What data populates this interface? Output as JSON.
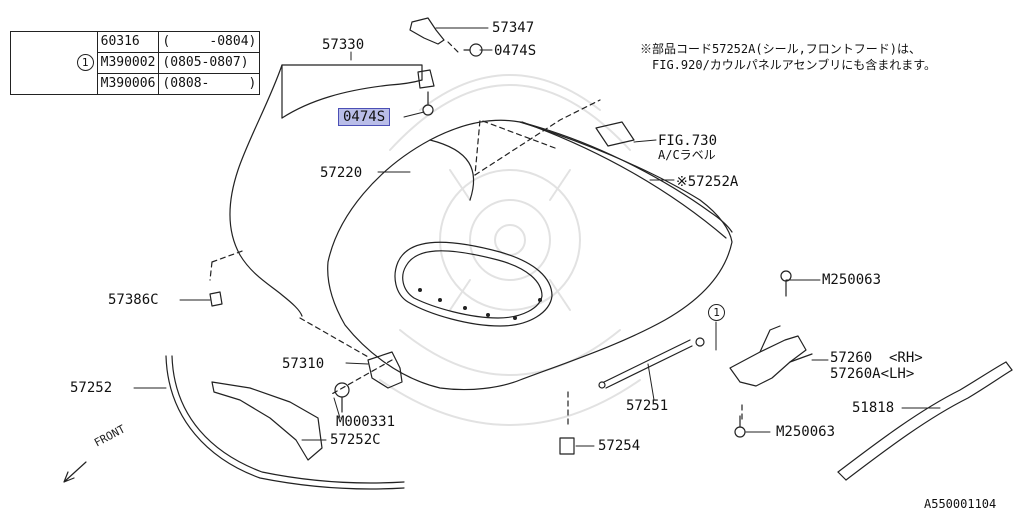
{
  "ref_table": {
    "ref_mark": "1",
    "rows": [
      {
        "code": "60316",
        "period": "(     -0804)"
      },
      {
        "code": "M390002",
        "period": "(0805-0807)"
      },
      {
        "code": "M390006",
        "period": "(0808-     )"
      }
    ]
  },
  "note": {
    "line1": "※部品コード57252A(シール,フロントフード)は、",
    "line2": "FIG.920/カウルパネルアセンブリにも含まれます。"
  },
  "fig_ref": {
    "line1": "FIG.730",
    "line2": "A/Cラベル"
  },
  "callouts": {
    "p57347": "57347",
    "p0474s_top": "0474S",
    "p57330": "57330",
    "p0474s_highlight": "0474S",
    "p57220": "57220",
    "p57252a": "※57252A",
    "pm250063_top": "M250063",
    "p57386c": "57386C",
    "ref_circle": "1",
    "p57310": "57310",
    "p57260_rh": "57260  <RH>",
    "p57260a_lh": "57260A<LH>",
    "p57252": "57252",
    "pm000331": "M000331",
    "p57251": "57251",
    "p51818": "51818",
    "p57252c": "57252C",
    "pm250063_bottom": "M250063",
    "p57254": "57254"
  },
  "front_label": "FRONT",
  "figure_id": "A550001104",
  "colors": {
    "line": "#222222",
    "highlight_fill": "#b9bde8",
    "highlight_border": "#4b4fb5",
    "watermark": "#e2e2e2"
  }
}
